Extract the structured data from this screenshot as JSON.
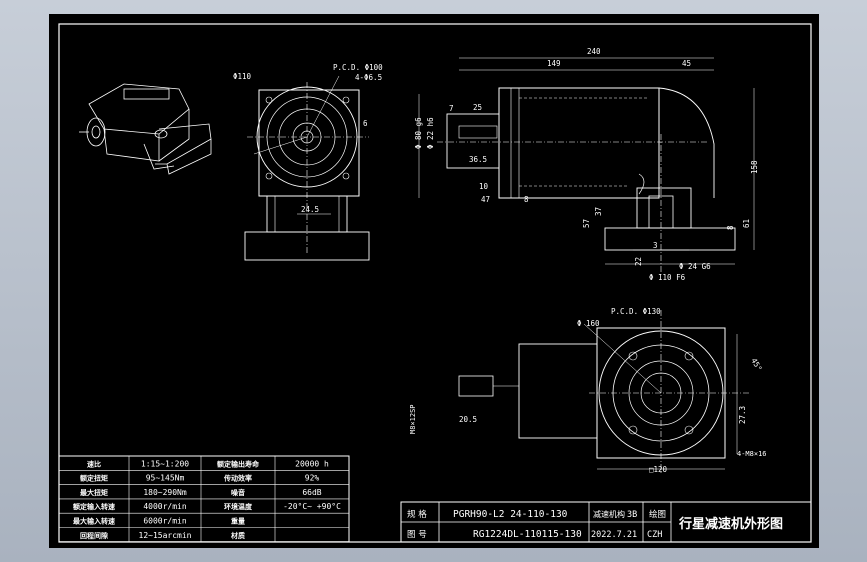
{
  "dimensions": {
    "overall_length": "240",
    "body_length": "149",
    "output_offset": "45",
    "d1": "25",
    "d2": "7",
    "d3": "36.5",
    "d4": "10",
    "d5": "47",
    "d6": "8",
    "height": "158",
    "h2": "57",
    "h3": "37",
    "h4": "61",
    "h5": "8",
    "h6": "22",
    "h7": "3",
    "pcd100": "P.C.D. Φ100",
    "holes65": "4-Φ6.5",
    "dia110": "Φ110",
    "side6": "6",
    "w245": "24.5",
    "phi80g6": "Φ 80 g6",
    "phi22h6": "Φ 22 h6",
    "phi24g6": "Φ 24 G6",
    "phi110f6": "Φ 110 F6",
    "pcd130": "P.C.D. Φ130",
    "phi160": "Φ 160",
    "ang45": "45°",
    "sq120": "□120",
    "d273": "27.3",
    "holes10": "4-M8×16",
    "m8": "M8×12SP",
    "d205": "20.5"
  },
  "spec_table": [
    [
      "速比",
      "1:15~1:200",
      "额定输出寿命",
      "20000 h"
    ],
    [
      "额定扭矩",
      "95~145Nm",
      "传动效率",
      "92%"
    ],
    [
      "最大扭矩",
      "180~290Nm",
      "噪音",
      "66dB"
    ],
    [
      "额定输入转速",
      "4000r/min",
      "环境温度",
      "-20°C~ +90°C"
    ],
    [
      "最大输入转速",
      "6000r/min",
      "重量",
      ""
    ],
    [
      "回程间隙",
      "12~15arcmin",
      "材质",
      ""
    ]
  ],
  "title_block": {
    "r1_label": "规 格",
    "r1_value": "PGRH90-L2  24-110-130",
    "r1_sub": "减速机构",
    "r1_sub2": "3B",
    "r1_drawer_label": "绘图",
    "r2_label": "图 号",
    "r2_value": "RG1224DL-110115-130",
    "r2_date": "2022.7.21",
    "r2_drawer": "CZH",
    "title": "行星减速机外形图"
  }
}
